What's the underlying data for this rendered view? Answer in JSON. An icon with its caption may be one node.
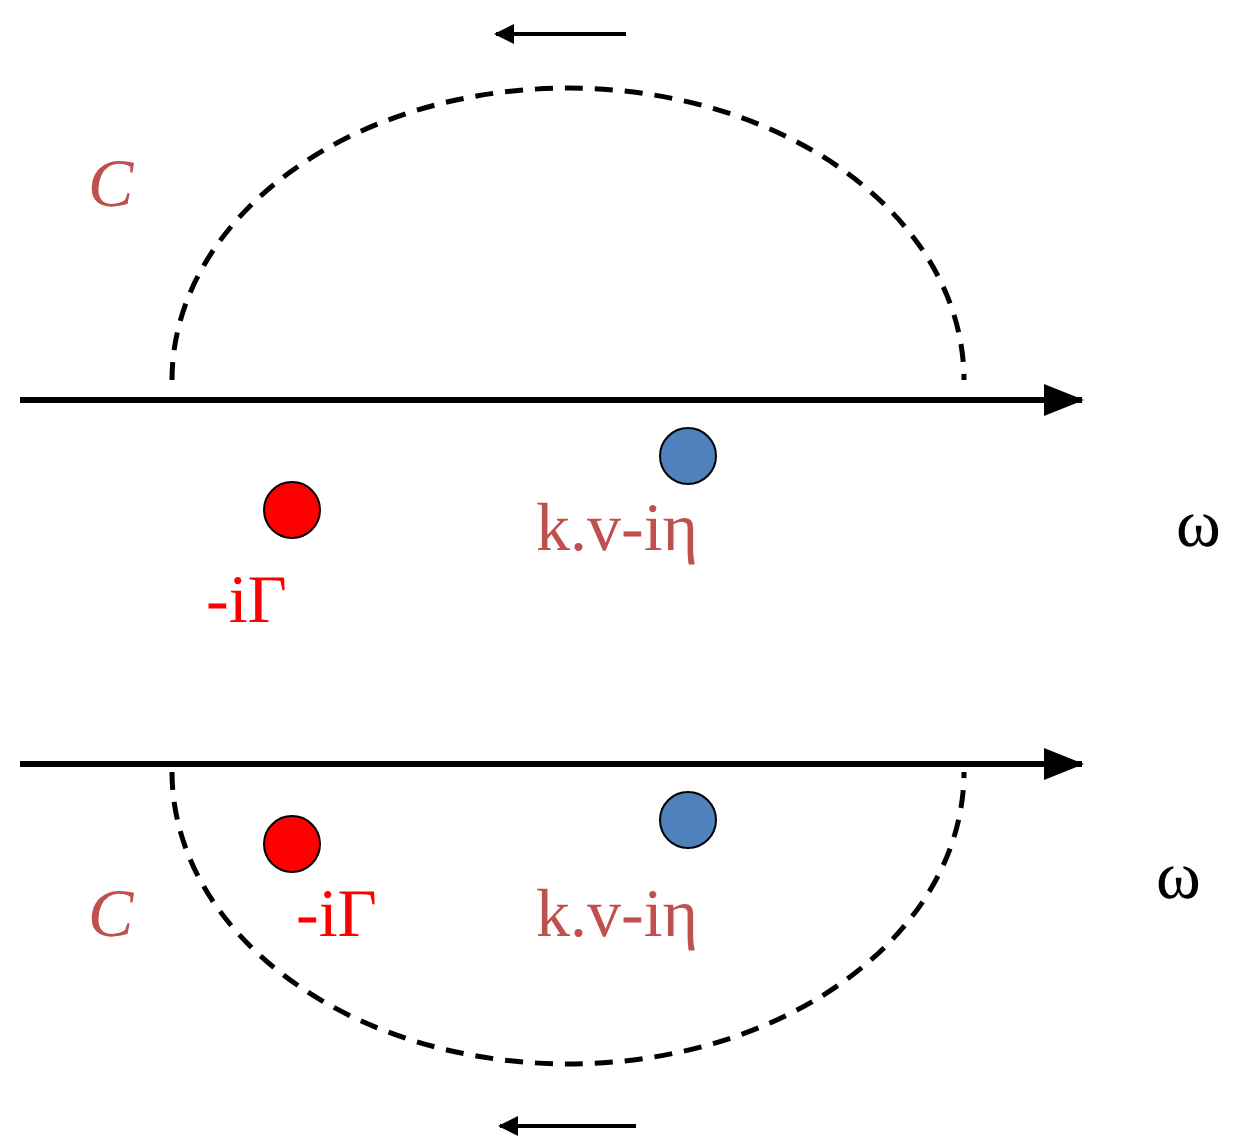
{
  "diagram": {
    "labels": [
      "C",
      "-iΓ",
      "k.v-iη",
      "ω",
      "C",
      "-iΓ",
      "k.v-iη",
      "ω"
    ]
  }
}
